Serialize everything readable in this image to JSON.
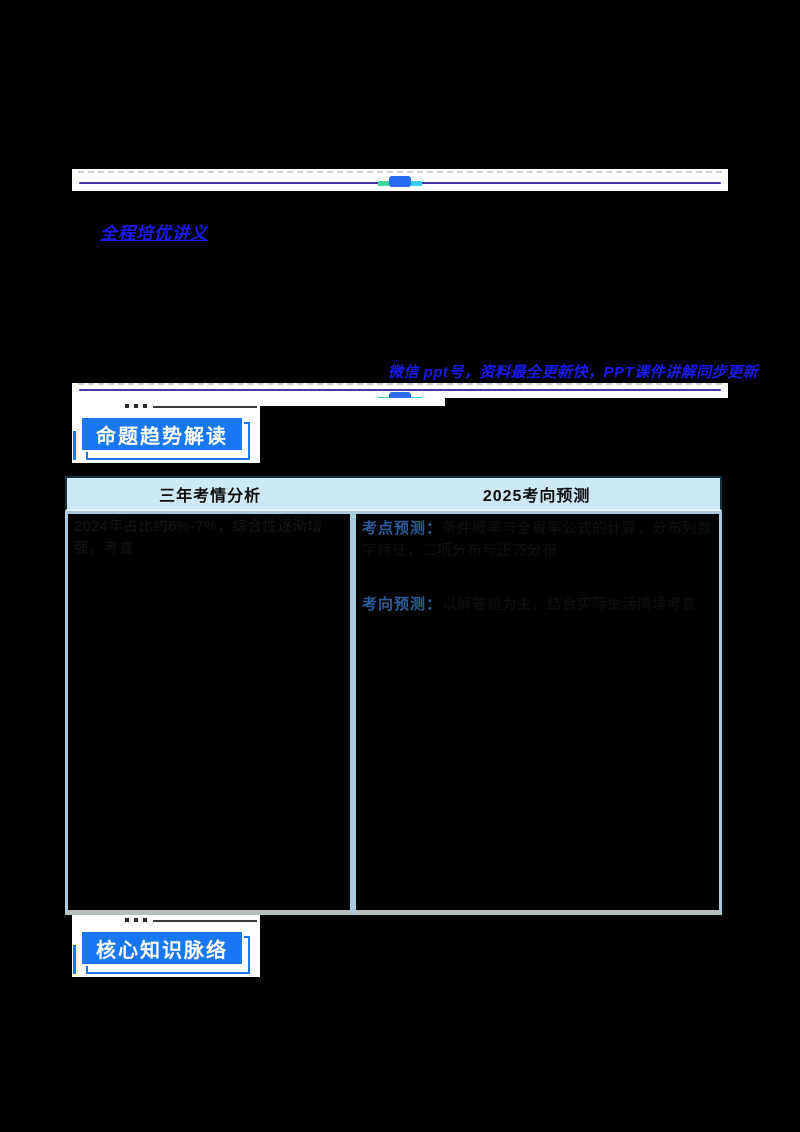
{
  "colors": {
    "page_background": "#000000",
    "divider_line_purple": "#4633a4",
    "marker_green": "#3fd89a",
    "marker_cyan": "#35cdf2",
    "marker_blue": "#2a6cf0",
    "watermark_blue": "#1a1aee",
    "badge_blue": "#1877f2",
    "table_header_bg": "#cde9f7",
    "table_border_blue": "#a6cbdb",
    "table_bottom_gray": "#b8bdbd",
    "prediction_label_blue": "#2a5b9a"
  },
  "watermarks": {
    "brand": "全程培优讲义",
    "promo": "微信 ppt号，资料最全更新快，PPT课件讲解同步更新"
  },
  "sections": [
    {
      "id": "trend",
      "badge": "命题趋势解读"
    },
    {
      "id": "core",
      "badge": "核心知识脉络"
    }
  ],
  "analysis_table": {
    "headers": [
      "三年考情分析",
      "2025考向预测"
    ],
    "left_column": {
      "text": "2024年占比约6%-7%，综合性逐渐增强，考查"
    },
    "right_column": {
      "items": [
        {
          "label": "考点预测：",
          "text": "条件概率与全概率公式的计算，分布列数字特征，二项分布与正态分布"
        },
        {
          "label": "考向预测：",
          "text": "以解答题为主，结合实际生活情境考查"
        }
      ]
    }
  }
}
